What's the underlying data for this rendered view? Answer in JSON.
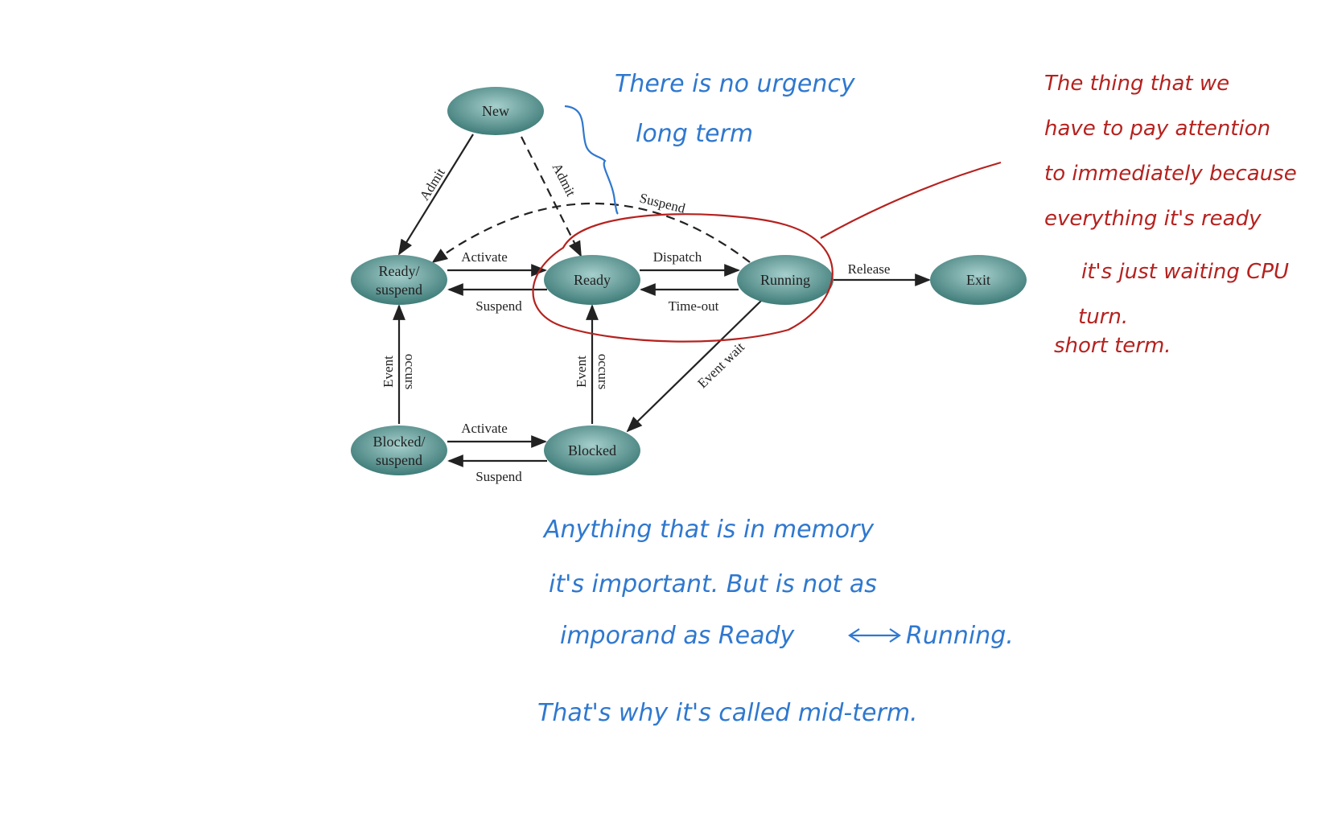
{
  "colors": {
    "node_fill_center": "#9cc6c4",
    "node_fill_edge": "#3d7a78",
    "edge": "#222222",
    "ink_blue": "#2f78cf",
    "ink_red": "#b5221f"
  },
  "diagram": {
    "nodes": {
      "new": "New",
      "ready_suspend_1": "Ready/",
      "ready_suspend_2": "suspend",
      "ready": "Ready",
      "running": "Running",
      "exit": "Exit",
      "blocked_suspend_1": "Blocked/",
      "blocked_suspend_2": "suspend",
      "blocked": "Blocked"
    },
    "edges": {
      "admit_left": "Admit",
      "admit_right": "Admit",
      "suspend_arc": "Suspend",
      "activate_top": "Activate",
      "suspend_top": "Suspend",
      "dispatch": "Dispatch",
      "timeout": "Time-out",
      "release": "Release",
      "event_occurs_left_1": "Event",
      "event_occurs_left_2": "occurs",
      "event_occurs_mid_1": "Event",
      "event_occurs_mid_2": "occurs",
      "event_wait": "Event wait",
      "activate_bottom": "Activate",
      "suspend_bottom": "Suspend"
    }
  },
  "annotations": {
    "blue_top": [
      "There is no urgency",
      "long term"
    ],
    "red_right": [
      "The thing that we",
      "have to pay attention",
      "to immediately because",
      "everything it's ready",
      "it's just waiting CPU",
      "turn.",
      "short term."
    ],
    "blue_bottom": [
      "Anything that is in memory",
      "it's important. But is not as",
      "imporand as Ready",
      "Running.",
      "That's why it's called mid-term."
    ],
    "double_arrow": "⟷"
  }
}
